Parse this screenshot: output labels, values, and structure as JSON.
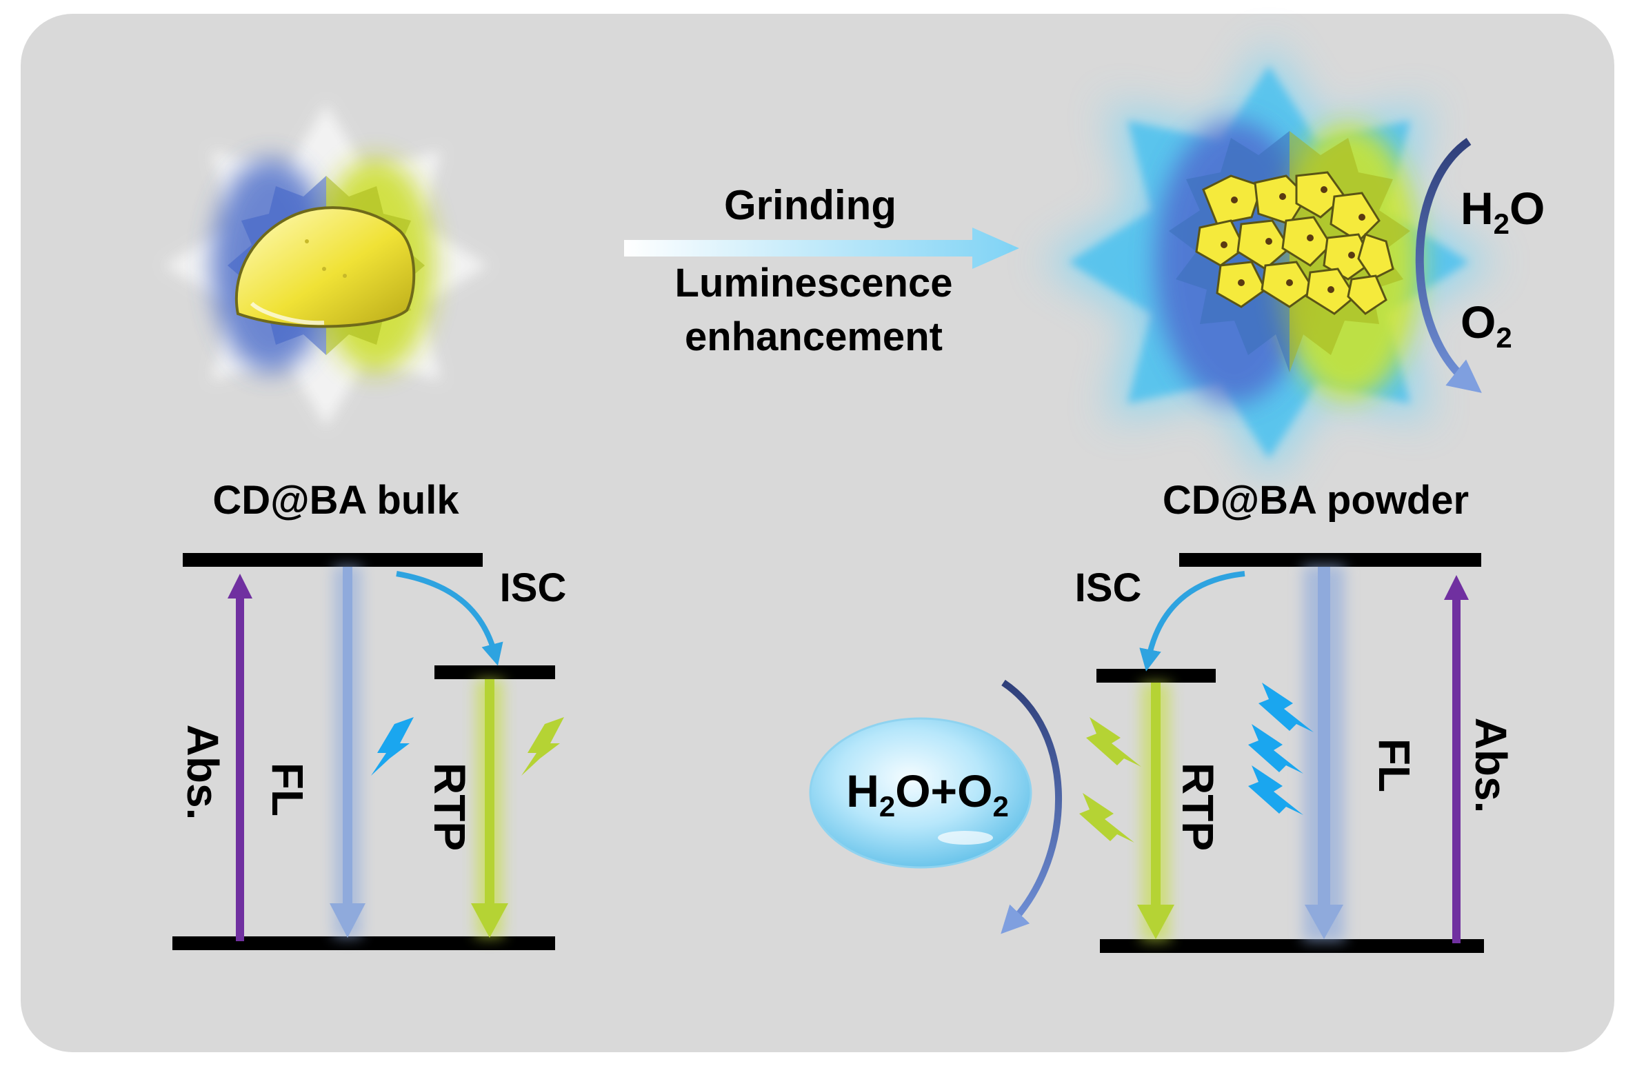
{
  "process": {
    "label_top": "Grinding",
    "label_bottom_line1": "Luminescence",
    "label_bottom_line2": "enhancement"
  },
  "bulk": {
    "title": "CD@BA bulk",
    "abs_label": "Abs.",
    "fl_label": "FL",
    "rtp_label": "RTP",
    "isc_label": "ISC"
  },
  "powder": {
    "title": "CD@BA powder",
    "abs_label": "Abs.",
    "fl_label": "FL",
    "rtp_label": "RTP",
    "isc_label": "ISC",
    "h2o_main": "H",
    "h2o_sub": "2",
    "h2o_tail": "O",
    "o2_main": "O",
    "o2_sub": "2",
    "quencher_h": "H",
    "quencher_sub1": "2",
    "quencher_mid": "O+O",
    "quencher_sub2": "2"
  },
  "colors": {
    "background": "#d9d9d9",
    "abs_arrow": "#7030a0",
    "fl_arrow": "#8faadc",
    "rtp_arrow": "#b5d334",
    "isc_arrow": "#2ea3e0",
    "bolt_blue": "#1aa6ef",
    "bolt_green": "#b5d334",
    "crystal_yellow": "#f5ea3c"
  }
}
